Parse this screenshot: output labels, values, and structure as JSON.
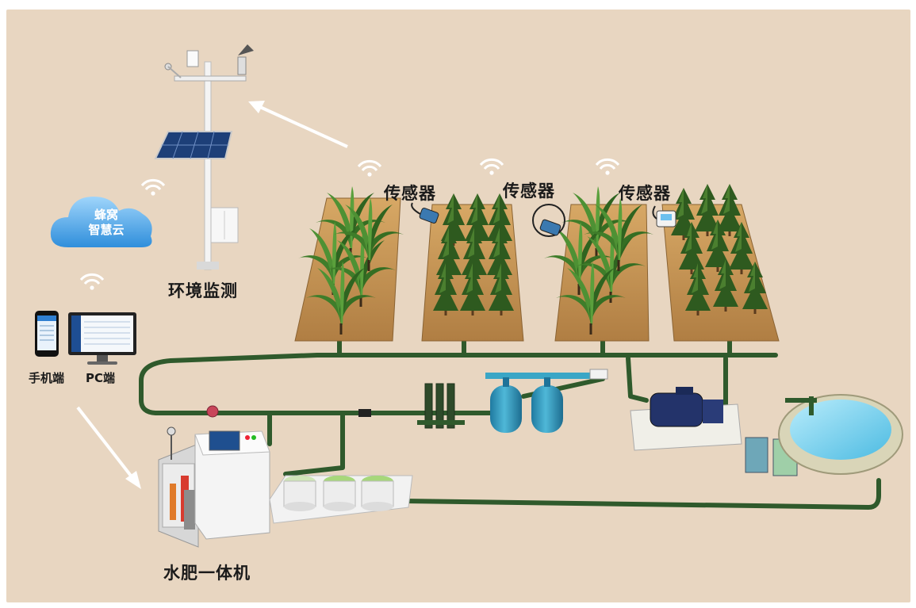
{
  "labels": {
    "sensor_1": "传感器",
    "sensor_2": "传感器",
    "sensor_3": "传感器",
    "env_monitor": "环境监测",
    "cloud_line1": "蜂窝",
    "cloud_line2": "智慧云",
    "phone": "手机端",
    "pc": "PC端",
    "fertigation_machine": "水肥一体机"
  },
  "colors": {
    "background": "#e8d6c1",
    "pipe": "#2f5a2c",
    "cloud": "#4aa3e6",
    "pool_water": "#7fd3f2",
    "filter_tank": "#2a8fb5"
  },
  "icons": [
    "wifi-icon",
    "cloud-icon",
    "phone-icon",
    "monitor-icon",
    "weather-station-icon",
    "solar-panel-icon",
    "pump-icon",
    "pool-icon",
    "sensor-icon",
    "tree-icon",
    "plant-icon"
  ]
}
